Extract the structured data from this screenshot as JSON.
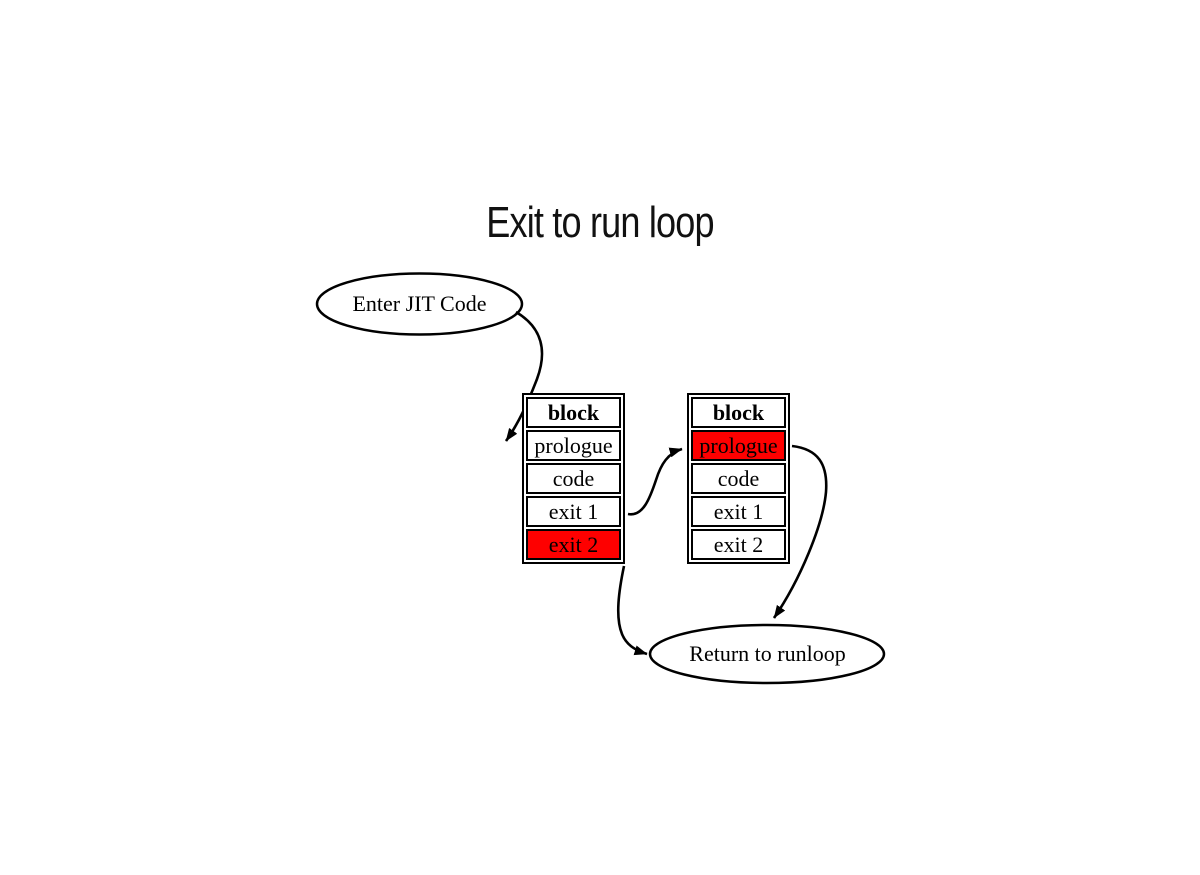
{
  "title": "Exit to run loop",
  "nodes": {
    "enter": {
      "label": "Enter JIT Code"
    },
    "return": {
      "label": "Return to runloop"
    }
  },
  "block1": {
    "rows": [
      {
        "label": "block",
        "header": true,
        "highlighted": false
      },
      {
        "label": "prologue",
        "header": false,
        "highlighted": false
      },
      {
        "label": "code",
        "header": false,
        "highlighted": false
      },
      {
        "label": "exit 1",
        "header": false,
        "highlighted": false
      },
      {
        "label": "exit 2",
        "header": false,
        "highlighted": true
      }
    ]
  },
  "block2": {
    "rows": [
      {
        "label": "block",
        "header": true,
        "highlighted": false
      },
      {
        "label": "prologue",
        "header": false,
        "highlighted": true
      },
      {
        "label": "code",
        "header": false,
        "highlighted": false
      },
      {
        "label": "exit 1",
        "header": false,
        "highlighted": false
      },
      {
        "label": "exit 2",
        "header": false,
        "highlighted": false
      }
    ]
  },
  "edges": [
    {
      "from": "enter-jit-code",
      "to": "block1-prologue"
    },
    {
      "from": "block1-exit-1",
      "to": "block2-prologue"
    },
    {
      "from": "block1-exit-2",
      "to": "return-to-runloop"
    },
    {
      "from": "block2-prologue",
      "to": "return-to-runloop"
    }
  ],
  "colors": {
    "highlight": "#fe0000",
    "stroke": "#000000",
    "background": "#ffffff"
  }
}
